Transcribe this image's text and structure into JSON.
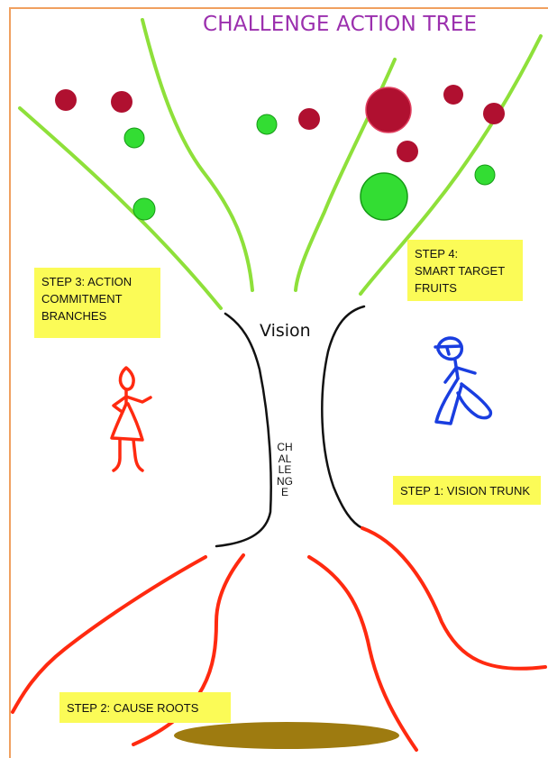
{
  "title": "CHALLENGE ACTION TREE",
  "labels": {
    "step3": "STEP 3: ACTION\nCOMMITMENT\nBRANCHES",
    "step4": "STEP 4:\nSMART TARGET\n FRUITS",
    "step1": "STEP 1: VISION TRUNK",
    "step2": "STEP 2:  CAUSE ROOTS"
  },
  "trunk": {
    "top_label": "Vision",
    "vertical_label": "CHALLENGE"
  },
  "colors": {
    "title": "#9b2fae",
    "frame": "#f0a060",
    "branch": "#8ee03a",
    "root": "#ff2a10",
    "trunk": "#111111",
    "fruit_red": "#b01030",
    "fruit_green": "#33dd33",
    "label_bg": "#fbfb57",
    "figure_left": "#ff2a10",
    "figure_right": "#1a3ee0",
    "ground": "#9e7b10"
  },
  "icons": {
    "left_figure": "female-stick-figure-icon",
    "right_figure": "male-stick-figure-icon"
  }
}
